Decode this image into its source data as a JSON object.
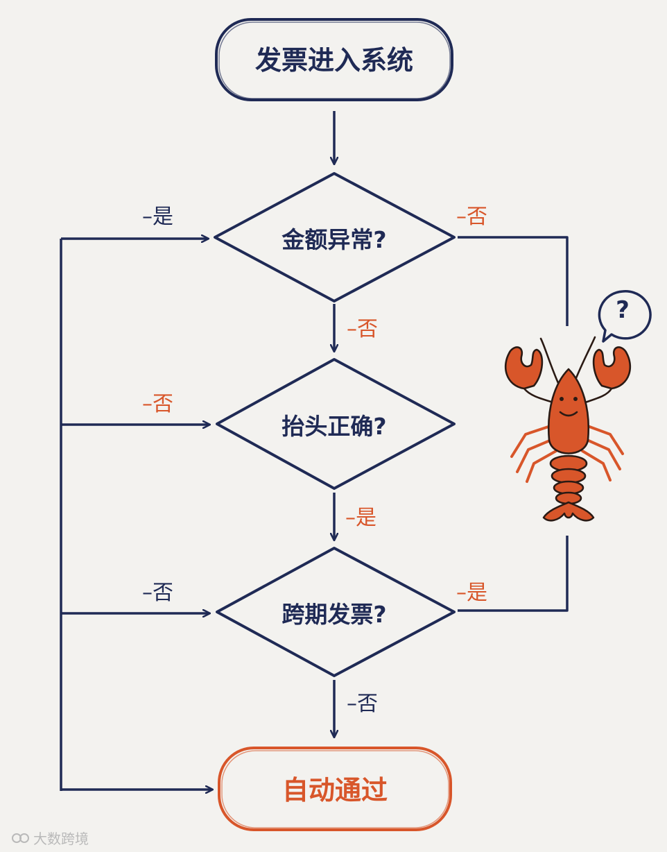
{
  "colors": {
    "navy": "#1f2a55",
    "orange": "#d8562a",
    "background": "#f3f2ef",
    "watermark": "#b9b9b9"
  },
  "nodes": {
    "start": "发票进入系统",
    "decision_amount": "金额异常?",
    "decision_header": "抬头正确?",
    "decision_period": "跨期发票?",
    "end": "自动通过"
  },
  "edge_labels": {
    "amount_yes": "–是",
    "amount_no_right": "–否",
    "amount_no_down": "–否",
    "header_no_left": "–否",
    "header_yes_down": "–是",
    "period_no_left": "–否",
    "period_yes_right": "–是",
    "period_no_down": "–否"
  },
  "mascot": {
    "icon": "crayfish-icon",
    "bubble_text": "?"
  },
  "watermark": {
    "text": "大数跨境"
  }
}
